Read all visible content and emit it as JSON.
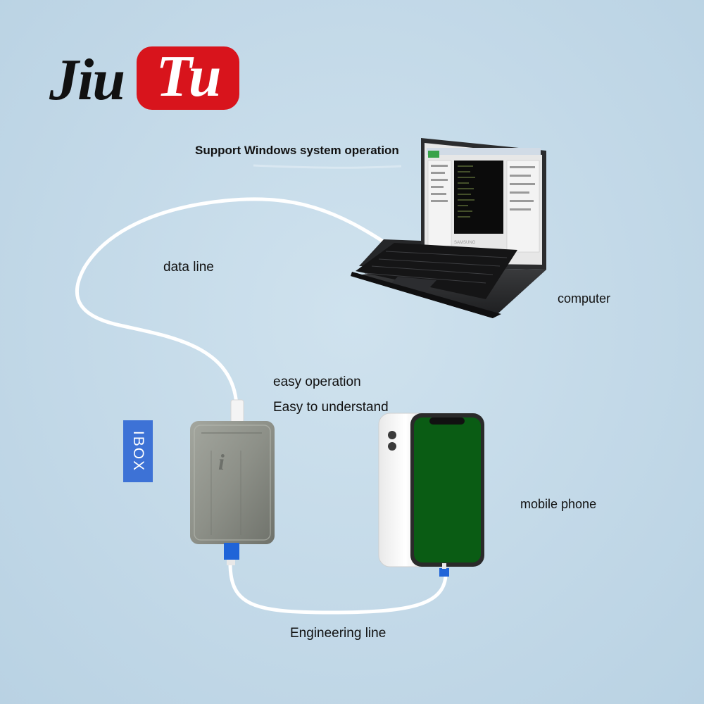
{
  "logo": {
    "part1": "Jiu",
    "part2": "Tu",
    "brand_red": "#d8141c"
  },
  "labels": {
    "support": "Support Windows system operation",
    "data_line": "data line",
    "computer": "computer",
    "easy_operation": "easy operation",
    "easy_understand": "Easy to understand",
    "mobile_phone": "mobile phone",
    "engineering_line": "Engineering line",
    "ibox": "IBOX",
    "laptop_brand": "SAMSUNG"
  },
  "colors": {
    "cable": "#ffffff",
    "connector_blue": "#1f64d8",
    "ibox_tag": "#3d72d6",
    "phone_screen": "#0a5c14",
    "device_gray": "#8a8d86"
  },
  "icons": [
    "ibox-device-icon",
    "laptop-icon",
    "smartphone-icon",
    "usb-connector-icon"
  ]
}
